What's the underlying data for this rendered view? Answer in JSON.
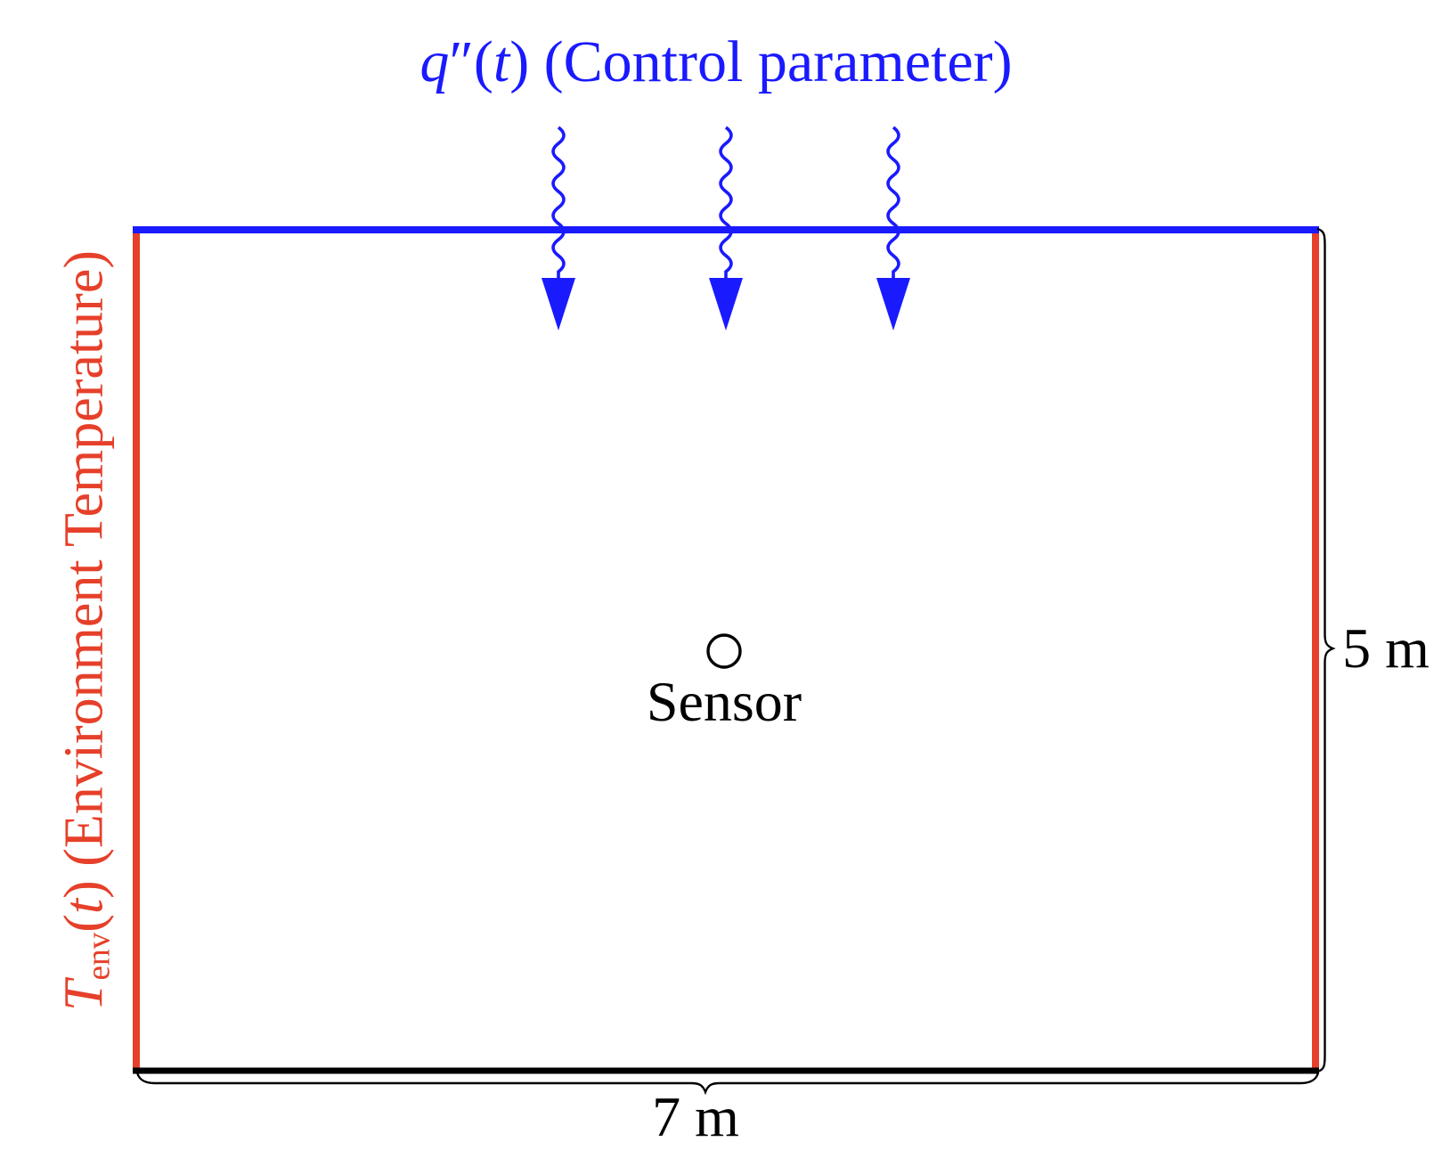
{
  "colors": {
    "control_blue": "#1a1aff",
    "environment_red": "#e6402a",
    "wall_black": "#000000"
  },
  "title": {
    "q": "q",
    "primes_open": "″(",
    "t": "t",
    "close": ")",
    "caption": " (Control parameter)"
  },
  "left_label": {
    "T": "T",
    "sub": "env",
    "open": "(",
    "t": "t",
    "close": ")",
    "caption": " (Environment Temperature)"
  },
  "sensor": {
    "label": "Sensor"
  },
  "dimensions": {
    "height": "5 m",
    "width": "7 m"
  },
  "heat_flux": {
    "icon": "wavy-arrow-down",
    "count": 3
  }
}
